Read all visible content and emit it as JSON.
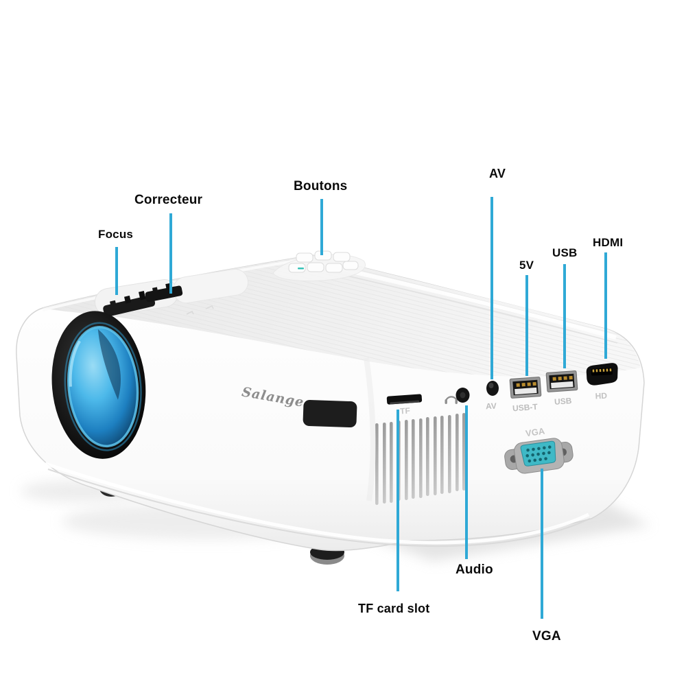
{
  "figure": {
    "type": "annotated product diagram",
    "product": "mini video projector",
    "brand_logo": "Salange"
  },
  "colors": {
    "callout_line": "#2fa9d6",
    "background": "#ffffff",
    "lens_blue": "#3fb0e8",
    "vga_teal": "#3fb9c6"
  },
  "callouts": {
    "focus": {
      "label": "Focus"
    },
    "correcteur": {
      "label": "Correcteur"
    },
    "boutons": {
      "label": "Boutons"
    },
    "av": {
      "label": "AV"
    },
    "five_v": {
      "label": "5V"
    },
    "usb": {
      "label": "USB"
    },
    "hdmi": {
      "label": "HDMI"
    },
    "audio": {
      "label": "Audio"
    },
    "tf_card": {
      "label": "TF card slot"
    },
    "vga": {
      "label": "VGA"
    }
  },
  "port_markings": {
    "tf": "TF",
    "av": "AV",
    "usb_t": "USB-T",
    "usb": "USB",
    "hdmi": "HD",
    "vga": "VGA"
  }
}
